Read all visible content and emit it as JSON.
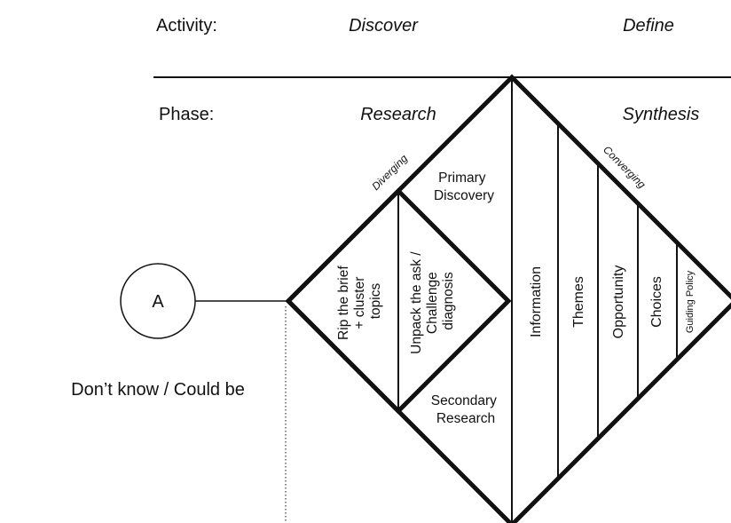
{
  "header": {
    "activity_label": "Activity:",
    "phase_label": "Phase:",
    "activity_discover": "Discover",
    "activity_define": "Define",
    "phase_research": "Research",
    "phase_synthesis": "Synthesis"
  },
  "start_node": {
    "label": "A"
  },
  "note": "Don’t know / Could be",
  "left_diamond": {
    "diverging": "Diverging",
    "primary_discovery": [
      "Primary",
      "Discovery"
    ],
    "secondary_research": [
      "Secondary",
      "Research"
    ],
    "rip_brief": [
      "Rip the brief",
      "+ cluster",
      "topics"
    ],
    "unpack_ask": [
      "Unpack the ask /",
      "Challenge",
      "diagnosis"
    ]
  },
  "right_diamond": {
    "converging": "Converging",
    "bands": [
      "Information",
      "Themes",
      "Opportunity",
      "Choices",
      "Guiding Policy"
    ]
  }
}
